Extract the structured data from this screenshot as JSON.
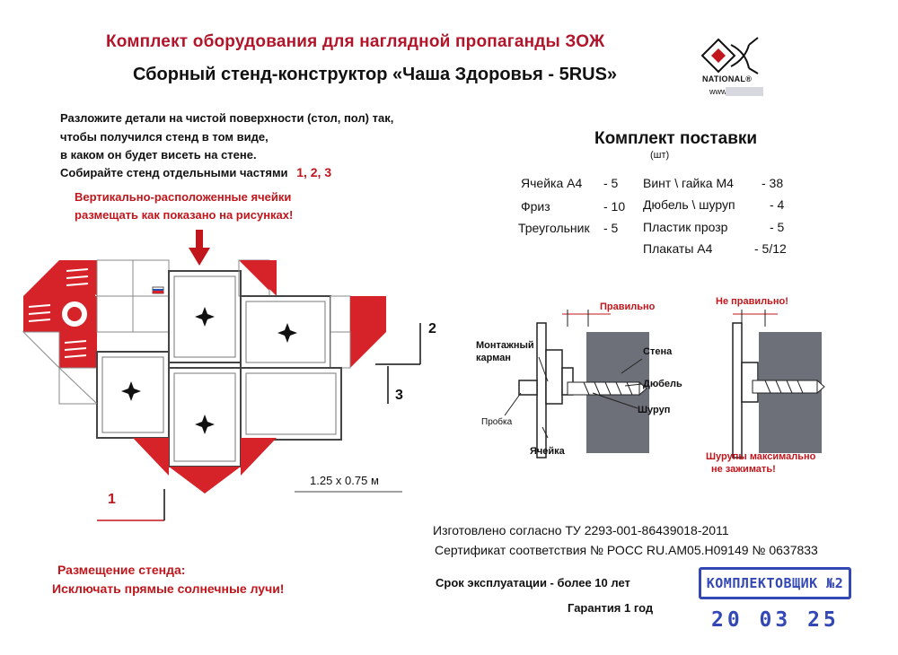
{
  "header": {
    "title": "Комплект оборудования для наглядной пропаганды ЗОЖ",
    "subtitle": "Сборный стенд-конструктор «Чаша Здоровья - 5RUS»"
  },
  "logo": {
    "brand": "NATIONAL®",
    "www": "www"
  },
  "instructions": {
    "line1": "Разложите детали на чистой поверхности (стол, пол) так,",
    "line2": "чтобы получился стенд в том виде,",
    "line3": "в каком он будет висеть на стене.",
    "line4": "Собирайте стенд отдельными частями",
    "parts": "1, 2, 3",
    "warn1": "Вертикально-расположенные ячейки",
    "warn2": "размещать как показано на рисунках!"
  },
  "kit": {
    "title": "Комплект поставки",
    "unit": "(шт)",
    "left_items": [
      {
        "name": "Ячейка А4",
        "qty": "- 5"
      },
      {
        "name": "Фриз",
        "qty": "- 10"
      },
      {
        "name": "Треугольник",
        "qty": "- 5"
      }
    ],
    "right_items": [
      {
        "name": "Винт \\ гайка М4",
        "qty": "- 38"
      },
      {
        "name": "Дюбель \\ шуруп",
        "qty": "- 4"
      },
      {
        "name": "Пластик прозр",
        "qty": "- 5"
      },
      {
        "name": "Плакаты А4",
        "qty": "- 5/12"
      }
    ]
  },
  "diagram": {
    "size": "1.25 x 0.75 м",
    "part1": "1",
    "part2": "2",
    "part3": "3"
  },
  "mounting": {
    "correct": "Правильно",
    "incorrect": "Не правильно!",
    "pocket": "Монтажный карман",
    "wall": "Стена",
    "dowel": "Дюбель",
    "screw": "Шуруп",
    "plug": "Пробка",
    "cell": "Ячейка",
    "warn1": "Шурупы максимально",
    "warn2": "не зажимать!"
  },
  "placement": {
    "title": "Размещение стенда:",
    "text": "Исключать прямые солнечные лучи!"
  },
  "footer": {
    "spec": "Изготовлено согласно ТУ 2293-001-86439018-2011",
    "cert": "Сертификат соответствия № РОСС RU.АМ05.Н09149   № 0637833",
    "life": "Срок эксплуатации - более 10 лет",
    "warranty": "Гарантия 1 год"
  },
  "stamp": {
    "label": "КОМПЛЕКТОВЩИК №2",
    "date": "20 03 25"
  },
  "colors": {
    "accent": "#c0161c",
    "stamp": "#3348b5",
    "wall": "#6e7079"
  }
}
